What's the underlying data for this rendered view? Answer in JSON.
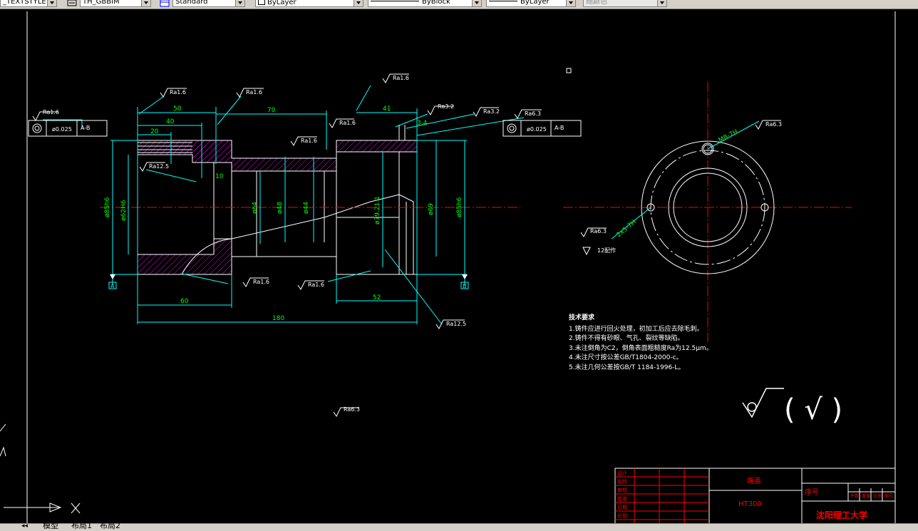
{
  "toolbar": {
    "textstyle": "_TEXTSTYLE",
    "font_style": "TH_GBBIM",
    "dim_style": "Standard",
    "layer": "ByLayer",
    "linetype": "ByBlock",
    "lineweight": "ByLayer",
    "plotstyle": "随颜色"
  },
  "layout_tabs": [
    "模型",
    "布局1",
    "布局2"
  ],
  "drawing": {
    "dims": {
      "d50": "50",
      "d40": "40",
      "d20": "20",
      "d70": "70",
      "d41": "41",
      "d34": "3.4",
      "d10": "10",
      "d60": "60",
      "d52": "52",
      "d180": "180",
      "phi85a": "ø85h6",
      "phi62": "ø62H6",
      "phi64": "ø64",
      "phi48": "ø48",
      "phi44": "ø44",
      "phi79": "ø79.21.1",
      "phi69": "ø69",
      "phi85b": "ø85h6"
    },
    "rough": {
      "r1": "Ra1.6",
      "r2": "Ra1.6",
      "r3": "Ra1.6",
      "r4": "Ra1.6",
      "r5": "Ra1.6",
      "r6": "Ra1.6",
      "r7": "Ra1.6",
      "r8": "Ra1.6",
      "r9": "Ra3.2",
      "r10": "Ra3.2",
      "r11": "Ra6.3",
      "r12": "Ra6.3",
      "r13": "Ra12.5",
      "r14": "Ra12.5",
      "r15": "Ra6.3",
      "r16": "Ra6.3"
    },
    "tol1": {
      "value": "ø0.025",
      "datum": "A-B"
    },
    "tol2": {
      "value": "ø0.025",
      "datum": "A-B"
    },
    "datum_a": "A",
    "datum_b": "B",
    "thread1": "M8-7H",
    "thread2": "2x5-7H",
    "depth_note": "12配作",
    "tech_title": "技术要求",
    "tech_notes": [
      "1.铸件应进行回火处理，初加工后应去除毛刺。",
      "2.铸件不得有砂眼、气孔、裂纹等缺陷。",
      "3.未注倒角为C2，倒角表面粗糙度Ra为12.5μm。",
      "4.未注尺寸按公差GB/T1804-2000-c。",
      "5.未注几何公差按GB/T 1184-1996-L。"
    ],
    "sym_paren": "( √ )",
    "title_block": {
      "part_name": "端盖",
      "material": "HT300",
      "school": "沈阳理工大学",
      "seq_label": "序号",
      "rows": [
        "设计",
        "校核",
        "审核",
        "批准",
        "日期",
        "比例"
      ],
      "cells": [
        "件数",
        "重量",
        "比例",
        "图号"
      ]
    }
  }
}
